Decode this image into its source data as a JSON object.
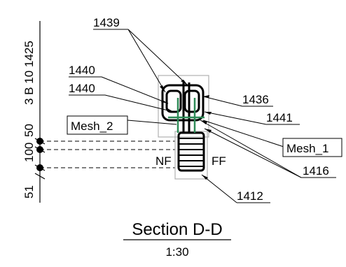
{
  "section": {
    "title": "Section D-D",
    "scale": "1:30"
  },
  "callouts": {
    "c1439": "1439",
    "c1440a": "1440",
    "c1440b": "1440",
    "c1436": "1436",
    "c1441": "1441",
    "c1416": "1416",
    "c1412": "1412"
  },
  "meshes": {
    "mesh2": "Mesh_2",
    "mesh1": "Mesh_1"
  },
  "faces": {
    "near": "NF",
    "far": "FF"
  },
  "dimension": {
    "d1": "3 B 10 1425",
    "d2": "50",
    "d3": "100",
    "d4": "51"
  },
  "colors": {
    "ink": "#000000",
    "grey": "#b0b0b0",
    "green": "#2e8b57"
  }
}
